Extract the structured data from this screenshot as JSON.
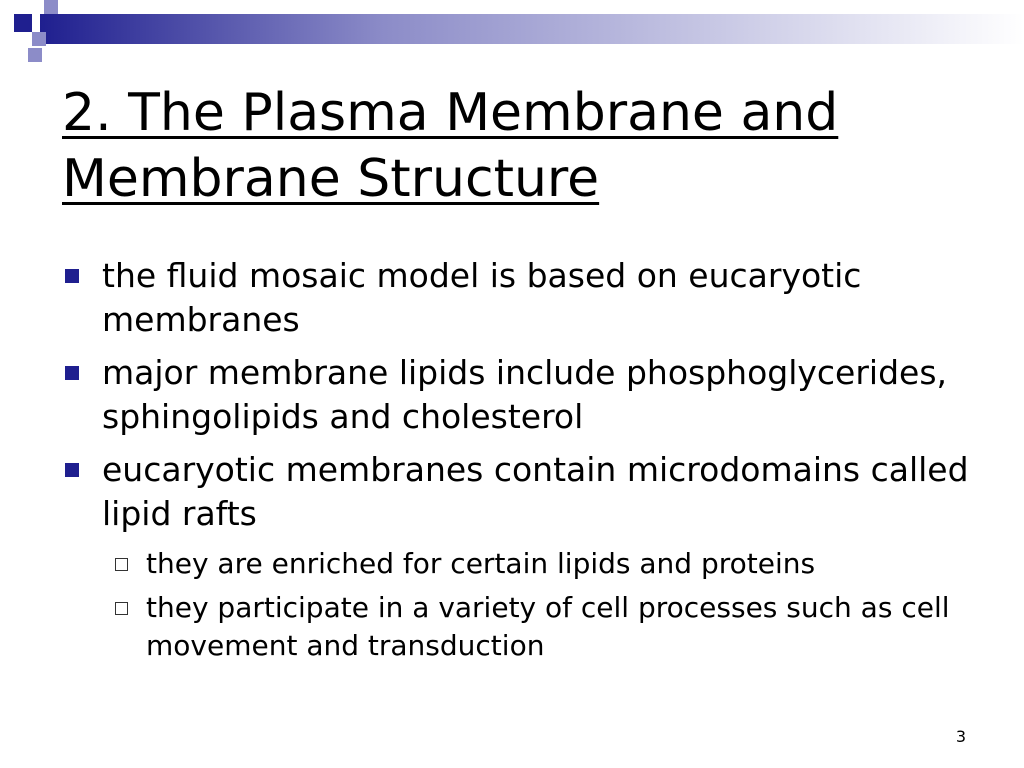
{
  "theme": {
    "accent": "#1f1f8f",
    "accent_light": "#8c8cc8",
    "band_end": "#ffffff"
  },
  "slide": {
    "title": "2. The Plasma Membrane and Membrane Structure",
    "bullets": [
      {
        "text": "the fluid mosaic model is based on eucaryotic membranes",
        "marker_icon": "filled-square-icon",
        "sub_bullets": []
      },
      {
        "text": "major membrane lipids include phosphoglycerides, sphingolipids and cholesterol",
        "marker_icon": "filled-square-icon",
        "sub_bullets": []
      },
      {
        "text": "eucaryotic membranes contain microdomains called lipid rafts",
        "marker_icon": "filled-square-icon",
        "sub_bullets": [
          {
            "text": "they are enriched for certain lipids and proteins",
            "marker_icon": "hollow-square-icon"
          },
          {
            "text": "they participate in a variety of cell processes such as cell movement and transduction",
            "marker_icon": "hollow-square-icon"
          }
        ]
      }
    ],
    "page_number": "3"
  }
}
